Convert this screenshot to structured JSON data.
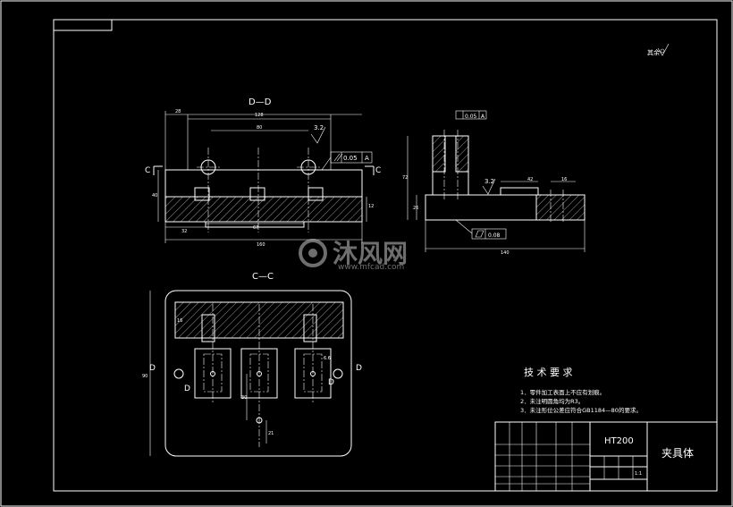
{
  "views": {
    "section_dd": "D—D",
    "section_cc": "C—C"
  },
  "section_marks": {
    "c": "C",
    "d": "D"
  },
  "dims_dd": {
    "top_left": "28",
    "top_main": "128",
    "inner": "80",
    "roughness": "3.2",
    "bottom_left": "32",
    "bottom_mid": "67",
    "overall": "160",
    "left_height": "40",
    "right_height": "12"
  },
  "tolerance_frames": {
    "parallel": "0.05",
    "datum_a": "A",
    "flatness": "0.08"
  },
  "dims_side": {
    "roughness": "3.2",
    "height": "72",
    "lower": "26",
    "width": "42",
    "right": "16",
    "overall": "140"
  },
  "dims_cc": {
    "height": "90",
    "mid": "30",
    "lower": "21",
    "depth": "16",
    "detail": "6.6"
  },
  "top_right_symbol": "其余",
  "tech_requirements": {
    "title": "技 术 要 求",
    "items": [
      "1．零件加工表面上不应有划痕。",
      "2．未注明圆角均为R3。",
      "3．未注形位公差应符合GB1184—80的要求。"
    ]
  },
  "title_block": {
    "material": "HT200",
    "part_name": "夹具体",
    "scale": "1:1"
  },
  "watermark": {
    "brand": "沐风网",
    "url": "www.mfcad.com"
  }
}
